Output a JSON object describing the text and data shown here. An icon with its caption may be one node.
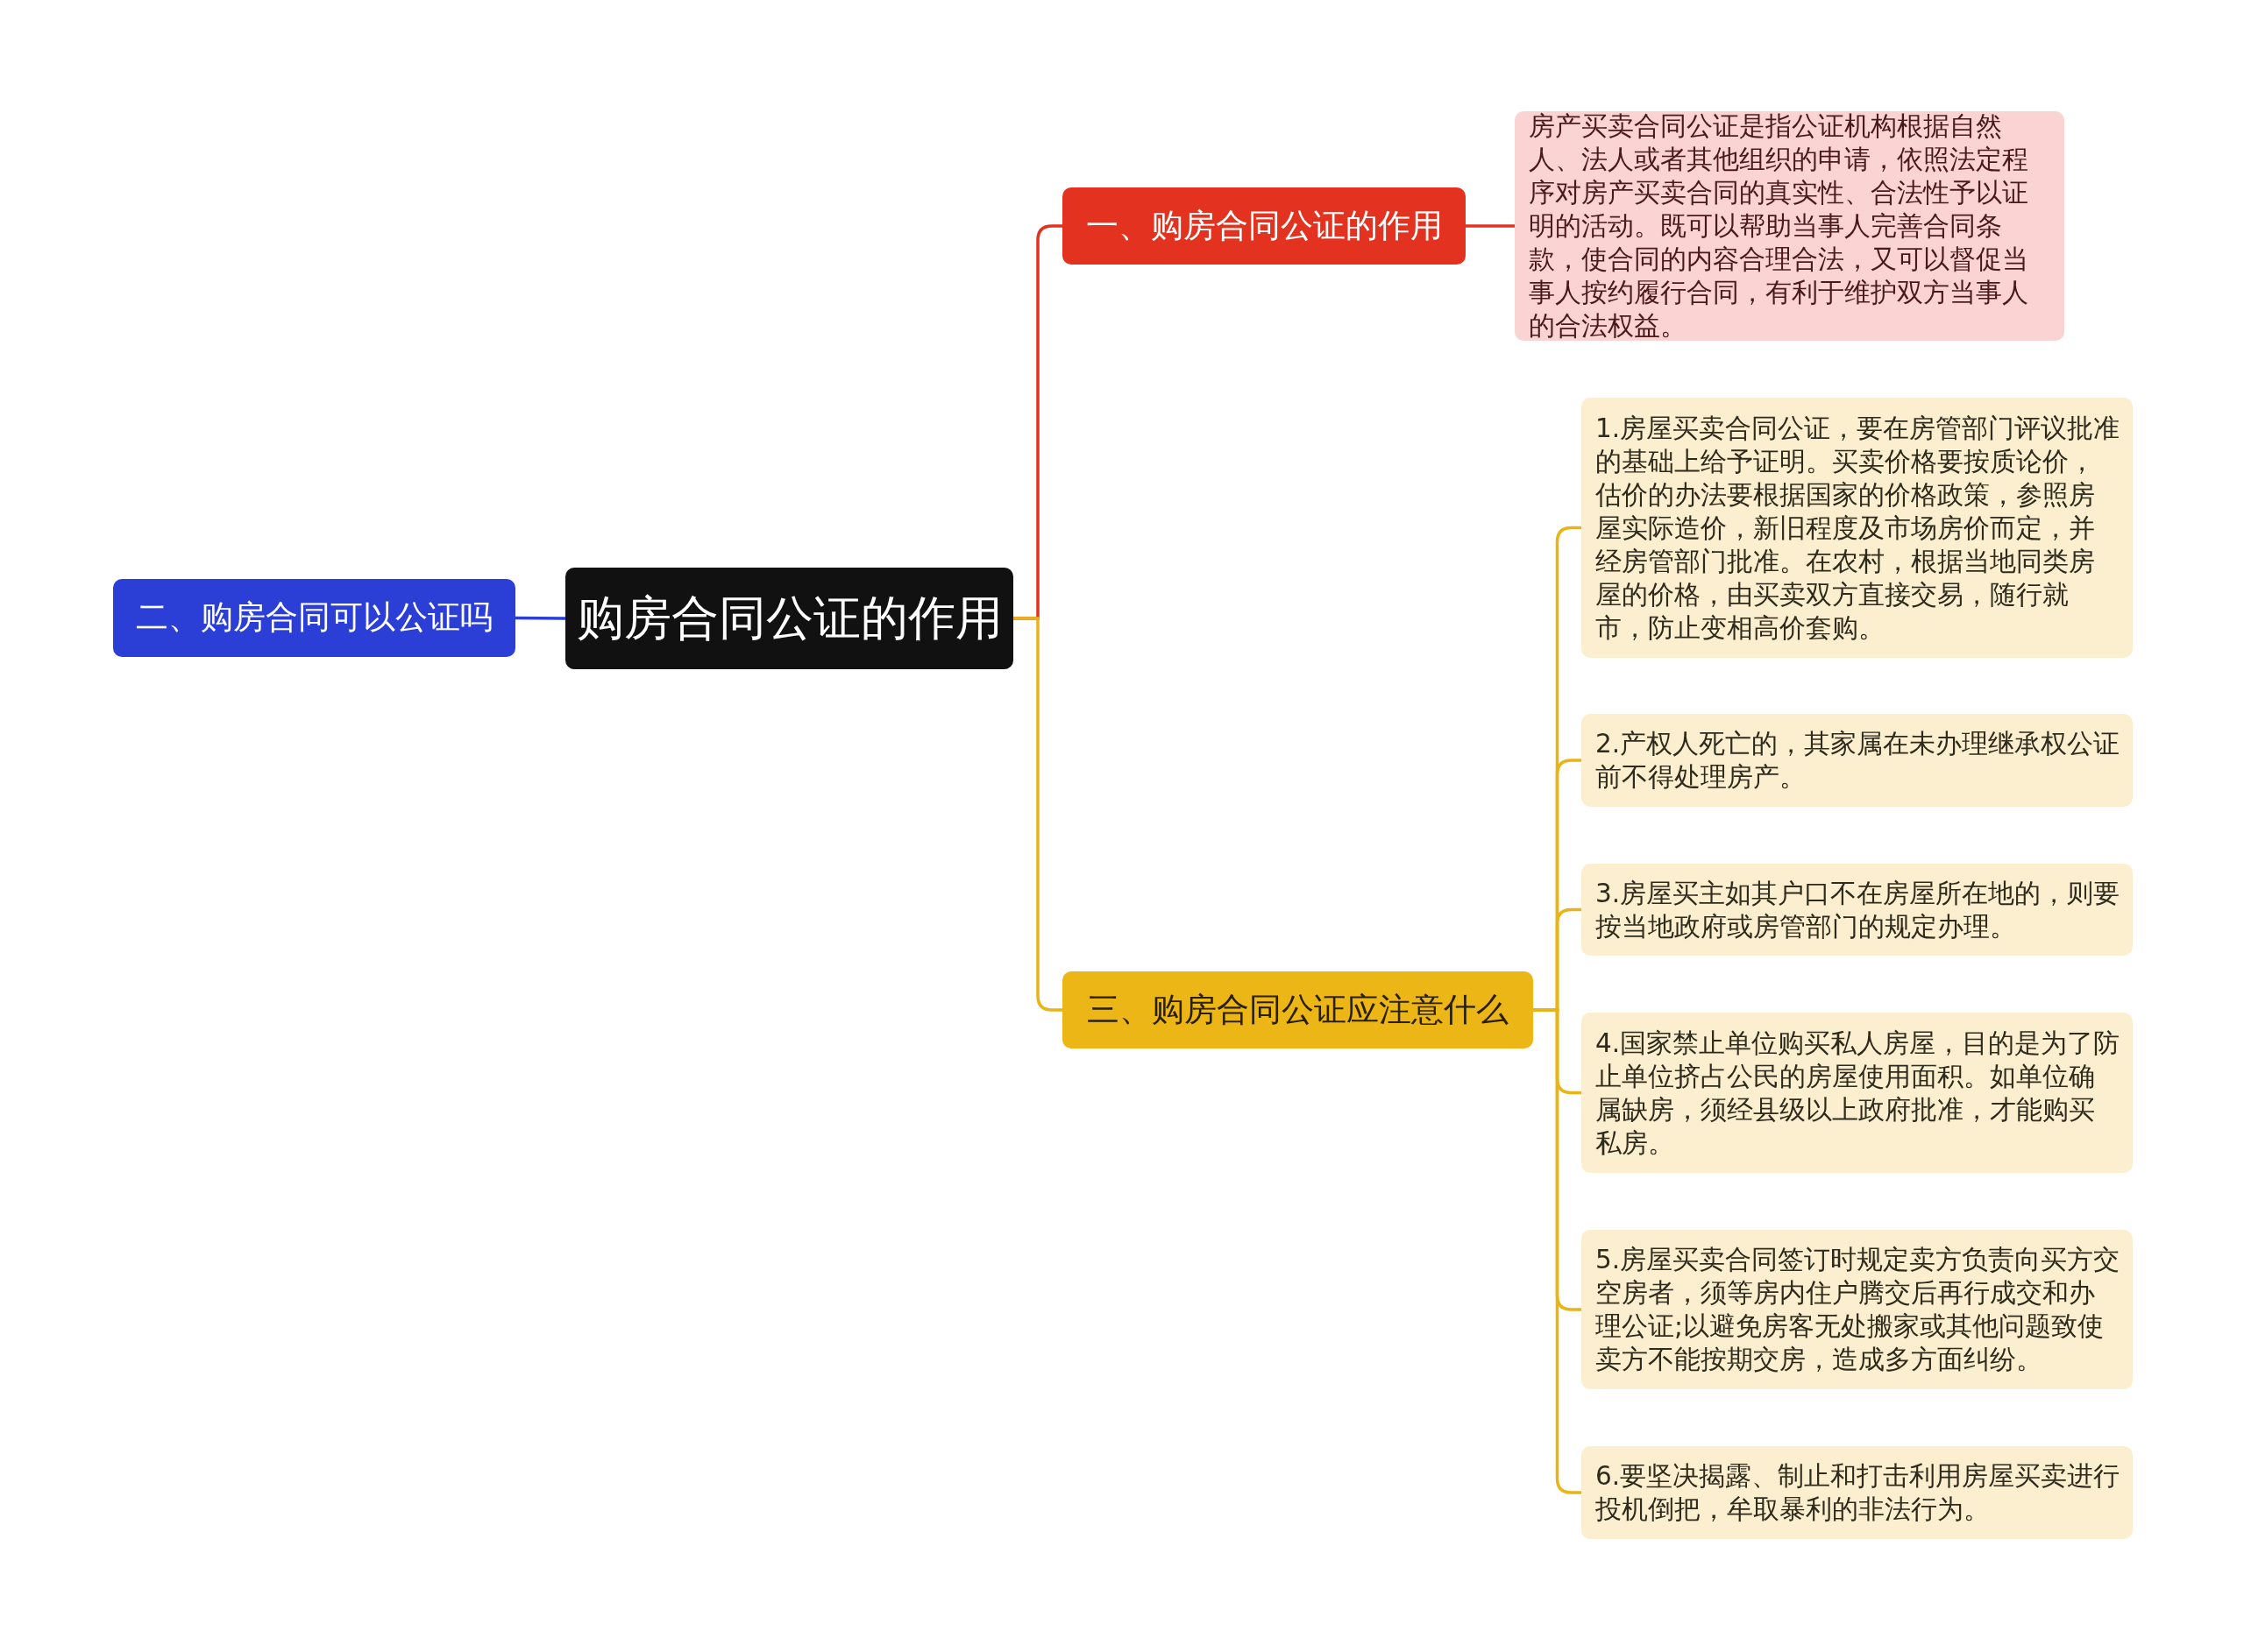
{
  "diagram": {
    "nodes": [
      {
        "text": [
          "购房合同公证的作用"
        ]
      },
      {
        "text": [
          "二、购房合同可以公证吗"
        ]
      },
      {
        "text": [
          "一、购房合同公证的作用"
        ]
      },
      {
        "text": [
          "房产买卖合同公证是指公证机构根据自然人、法人或者其他组织的申请，依照法定程序对房产买卖合同的真实性、合法性予以证明的活动。既可以帮助当事人完善合同条款，使合同的内容合理合法，又可以督促当事人按约履行合同，有利于维护双方当事人的合法权益。"
        ]
      },
      {
        "text": [
          "三、购房合同公证应注意什么"
        ]
      },
      {
        "text": [
          "1.房屋买卖合同公证，要在房管部门评议批准的基础上给予证明。买卖价格要按质论价，估价的办法要根据国家的价格政策，参照房屋实际造价，新旧程度及市场房价而定，并经房管部门批准。在农村，根据当地同类房屋的价格，由买卖双方直接交易，随行就市，防止变相高价套购。"
        ]
      },
      {
        "text": [
          "2.产权人死亡的，其家属在未办理继承权公证前不得处理房产。"
        ]
      },
      {
        "text": [
          "3.房屋买主如其户口不在房屋所在地的，则要按当地政府或房管部门的规定办理。"
        ]
      },
      {
        "text": [
          "4.国家禁止单位购买私人房屋，目的是为了防止单位挤占公民的房屋使用面积。如单位确属缺房，须经县级以上政府批准，才能购买私房。"
        ]
      },
      {
        "text": [
          "5.房屋买卖合同签订时规定卖方负责向买方交空房者，须等房内住户腾交后再行成交和办理公证;以避免房客无处搬家或其他问题致使卖方不能按期交房，造成多方面纠纷。"
        ]
      },
      {
        "text": [
          "6.要坚决揭露、制止和打击利用房屋买卖进行投机倒把，牟取暴利的非法行为。"
        ]
      }
    ],
    "edges": [
      {
        "from": 0,
        "to": 1,
        "arrow": "none",
        "color": "#2b3fd6"
      },
      {
        "from": 0,
        "to": 2,
        "arrow": "none",
        "color": "#e3321f"
      },
      {
        "from": 0,
        "to": 4,
        "arrow": "none"
      },
      {
        "from": 2,
        "to": 3,
        "arrow": "none",
        "color": "#e3321f"
      },
      {
        "from": 4,
        "to": 5,
        "arrow": "none"
      },
      {
        "from": 4,
        "to": 6,
        "arrow": "none"
      },
      {
        "from": 4,
        "to": 7,
        "arrow": "none"
      },
      {
        "from": 4,
        "to": 8,
        "arrow": "none"
      },
      {
        "from": 4,
        "to": 9,
        "arrow": "none"
      },
      {
        "from": 4,
        "to": 10,
        "arrow": "none"
      }
    ]
  }
}
